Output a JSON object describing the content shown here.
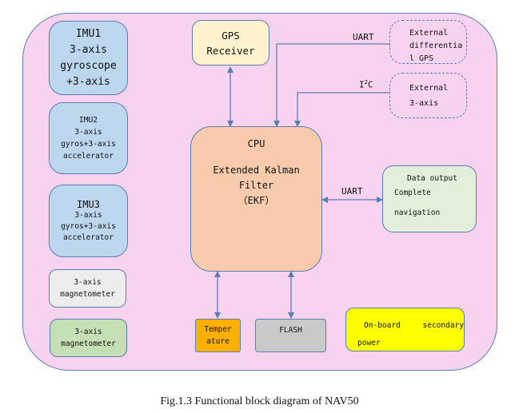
{
  "imu1": {
    "line1": "IMU1",
    "line2": "3-axis",
    "line3": "gyroscope",
    "line4": "+3-axis"
  },
  "imu2": {
    "line1": "IMU2",
    "line2": "3-axis",
    "line3": "gyros+3-axis",
    "line4": "accelerator"
  },
  "imu3": {
    "line1": "IMU3",
    "line2": "3-axis",
    "line3": "gyros+3-axis",
    "line4": "accelerator"
  },
  "magnetometer1": {
    "line1": "3-axis",
    "line2": "magnetometer"
  },
  "magnetometer2": {
    "line1": "3-axis",
    "line2": "magnetometer"
  },
  "gps": {
    "line1": "GPS",
    "line2": "Receiver"
  },
  "external_gps": {
    "line1": "External",
    "line2": "differentia",
    "line3": "l GPS"
  },
  "external_sensor": {
    "line1": "External",
    "line2": "3-axis"
  },
  "cpu": {
    "line1": "CPU",
    "line2": "Extended Kalman",
    "line3": "Filter",
    "line4": "（EKF）"
  },
  "data_output": {
    "line1": "Data output",
    "line2": "Complete",
    "line3": "navigation"
  },
  "temperature": {
    "line1": "Temper",
    "line2": "ature"
  },
  "flash": {
    "label": "FLASH"
  },
  "power": {
    "line1": "On-board",
    "line2": "secondary",
    "line3": "power"
  },
  "links": {
    "uart_gps": "UART",
    "i2c_main": "I",
    "i2c_sup": "2",
    "i2c_tail": "C",
    "uart_output": "UART"
  },
  "caption": "Fig.1.3 Functional block diagram of NAV50",
  "colors": {
    "board": "#f7d3ef",
    "imu": "#bdd7ee",
    "gps": "#fff2cc",
    "cpu": "#f8cbad",
    "data_output": "#e2efda",
    "temperature": "#ffb000",
    "flash": "#c9c9c9",
    "power": "#ffff00",
    "magnetometer_gray": "#ededed",
    "magnetometer_green": "#c5e0b4",
    "line": "#5b7db5"
  }
}
